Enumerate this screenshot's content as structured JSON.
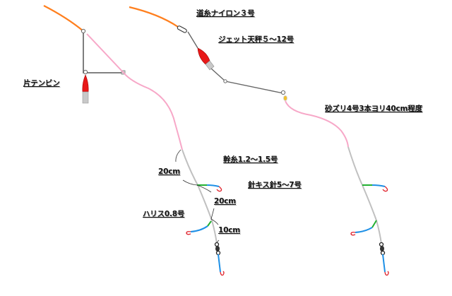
{
  "labels": {
    "main_line": "道糸ナイロン３号",
    "jet_tenbin": "ジェット天秤５～12号",
    "kata_tenbin": "片テンビン",
    "sunazuri": "砂ズリ4号3本ヨリ40cm程度",
    "mikiito": "幹糸1.2～1.5号",
    "upper_spacing": "20cm",
    "hook": "針キス針5～7号",
    "middle_spacing": "20cm",
    "harisu": "ハリス0.8号",
    "lower_spacing": "10cm"
  },
  "colors": {
    "main_line": "#ff7f1e",
    "sunazuri": "#f7a8c8",
    "mikiito": "#c0c0c0",
    "harisu": "#1e90e6",
    "branch_knot": "#22b030",
    "hook": "#e0202a",
    "sinker": "#e81818",
    "tenbin_arm": "#707070"
  }
}
